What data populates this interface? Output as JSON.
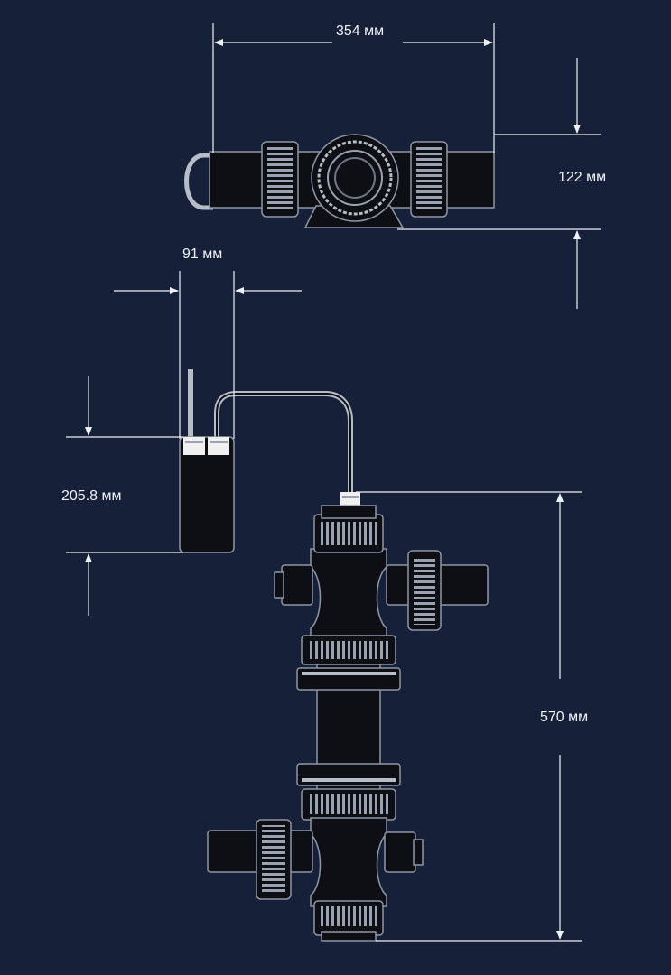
{
  "dimensions": {
    "width_354": "354 мм",
    "height_122": "122 мм",
    "width_91": "91 мм",
    "height_205": "205.8 мм",
    "height_570": "570 мм"
  },
  "colors": {
    "background": "#172039",
    "body": "#0d0f14",
    "outline": "#8e96a6",
    "dimension_line": "#eef1f6",
    "nut_white": "#f0f0f0"
  }
}
